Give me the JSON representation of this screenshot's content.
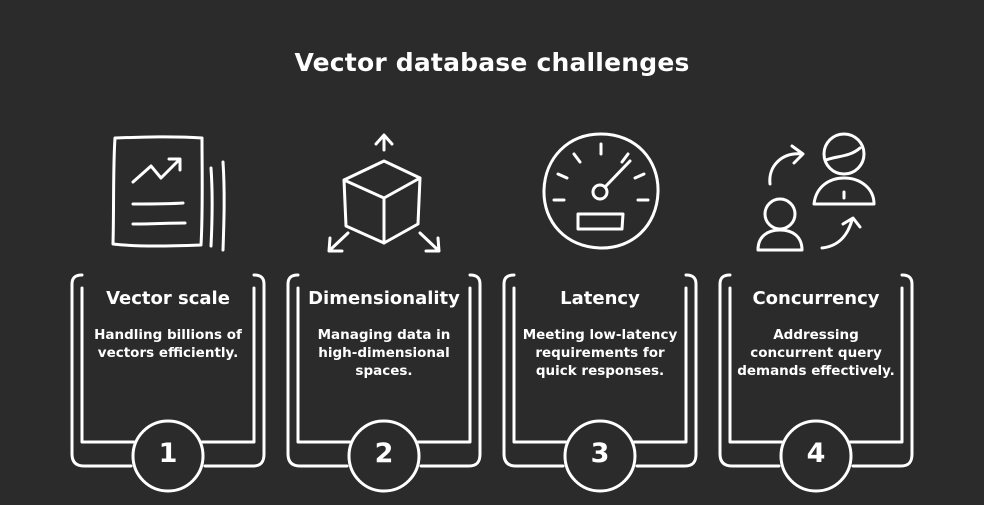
{
  "title": "Vector database challenges",
  "cards": [
    {
      "title": "Vector scale",
      "description": "Handling billions of vectors efficiently.",
      "number": "1",
      "icon": "document-chart-icon"
    },
    {
      "title": "Dimensionality",
      "description": "Managing data in high-dimensional spaces.",
      "number": "2",
      "icon": "cube-arrows-icon"
    },
    {
      "title": "Latency",
      "description": "Meeting low-latency requirements for quick responses.",
      "number": "3",
      "icon": "speedometer-icon"
    },
    {
      "title": "Concurrency",
      "description": "Addressing concurrent query demands effectively.",
      "number": "4",
      "icon": "users-exchange-icon"
    }
  ]
}
